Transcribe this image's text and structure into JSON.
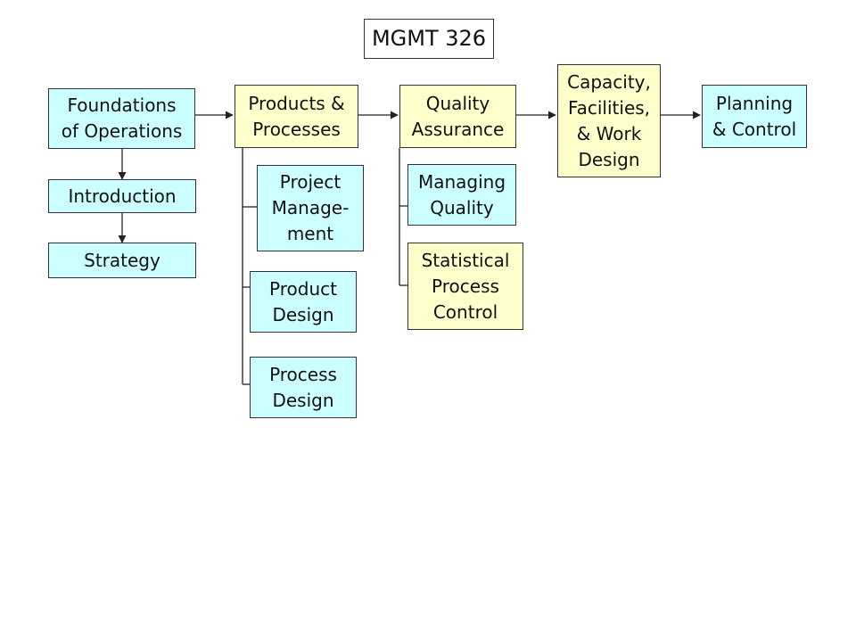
{
  "title": "MGMT 326",
  "nodes": {
    "foundations": "Foundations\nof Operations",
    "introduction": "Introduction",
    "strategy": "Strategy",
    "products_processes": "Products &\nProcesses",
    "project_management": "Project\nManage-\nment",
    "product_design": "Product\nDesign",
    "process_design": "Process\nDesign",
    "quality_assurance": "Quality\nAssurance",
    "managing_quality": "Managing\nQuality",
    "statistical_process_control": "Statistical\nProcess\nControl",
    "capacity": "Capacity,\nFacilities,\n& Work\nDesign",
    "planning_control": "Planning\n& Control"
  },
  "colors": {
    "operations_fill": "#ccffff",
    "quality_fill": "#ffffcc",
    "outline": "#333333"
  }
}
